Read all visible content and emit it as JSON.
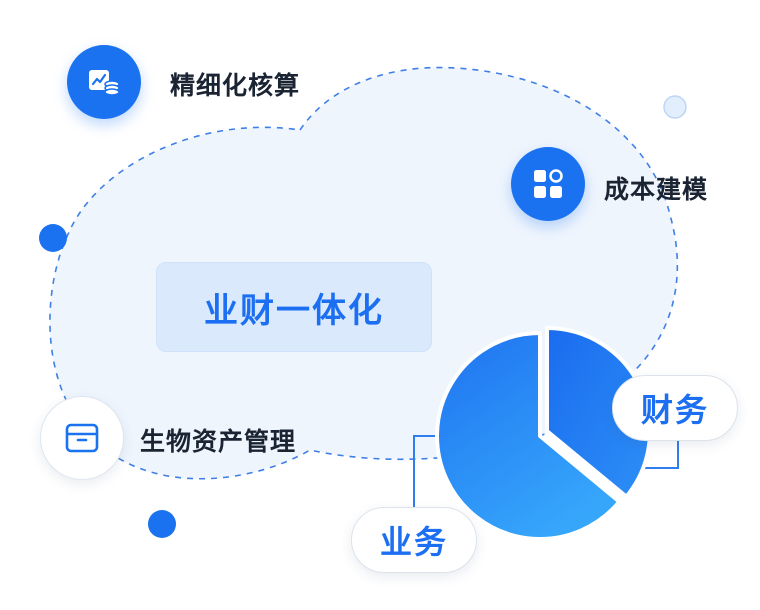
{
  "center": {
    "label": "业财一体化"
  },
  "nodes": [
    {
      "label": "精细化核算",
      "icon": "ledger-coins-icon"
    },
    {
      "label": "成本建模",
      "icon": "blocks-grid-icon"
    },
    {
      "label": "生物资产管理",
      "icon": "box-icon"
    }
  ],
  "pie": {
    "slices": [
      {
        "label": "财务",
        "share": 0.36
      },
      {
        "label": "业务",
        "share": 0.64
      }
    ]
  },
  "colors": {
    "accent": "#1a72f0",
    "cloud_fill": "#eff5fd",
    "dash": "#3f7fe6",
    "text_dark": "#1b2433"
  }
}
